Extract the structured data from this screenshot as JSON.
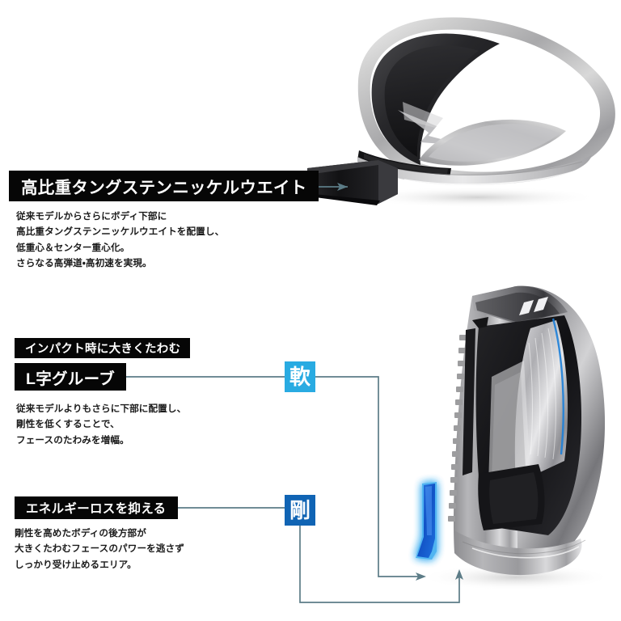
{
  "page": {
    "title": "高比重タングステンニッケルウエイト / L字グルーブ テクノロジー図解",
    "background_color": "#ffffff",
    "leader_line_color": "#5c7c87",
    "label_bar_color": "#060606",
    "label_text_color": "#ffffff",
    "body_text_color": "#1b1b1b"
  },
  "callouts": [
    {
      "id": "tungsten-weight",
      "heading": "高比重タングステンニッケルウエイト",
      "body_lines": [
        "従来モデルからさらにボディ下部に",
        "高比重タングステンニッケルウエイトを配置し、",
        "低重心＆センター重心化。",
        "さらなる高弾道・高初速を実現。"
      ]
    },
    {
      "id": "l-groove",
      "eyebrow": "インパクト時に大きくたわむ",
      "heading": "L字グルーブ",
      "body_lines": [
        "従来モデルよりもさらに下部に配置し、",
        "剛性を低くすることで、",
        "フェースのたわみを増幅。"
      ]
    },
    {
      "id": "energy-loss",
      "heading": "エネルギーロスを抑える",
      "body_lines": [
        "剛性を高めたボディの後方部が",
        "大きくたわむフェースのパワーを逃さず",
        "しっかり受け止めるエリア。"
      ]
    }
  ],
  "badges": [
    {
      "id": "soft",
      "label": "軟",
      "color": "#29abe2",
      "meaning_hint": "soft / flexible zone"
    },
    {
      "id": "hard",
      "label": "剛",
      "color": "#1064b4",
      "meaning_hint": "rigid / stiff zone"
    }
  ],
  "artwork": [
    {
      "id": "club-head-top",
      "description": "ゴルフクラブヘッド（アイアン）内部構造カットモデル上面",
      "accent_part": "タングステンニッケルウエイト",
      "accent_part_color": "#1d1d1f"
    },
    {
      "id": "club-head-bottom",
      "description": "ゴルフクラブヘッド断面図（フェース側）",
      "accent_part": "L字グルーブ",
      "accent_part_color": "#1567d8",
      "glow_color": "#33a8ef"
    }
  ]
}
